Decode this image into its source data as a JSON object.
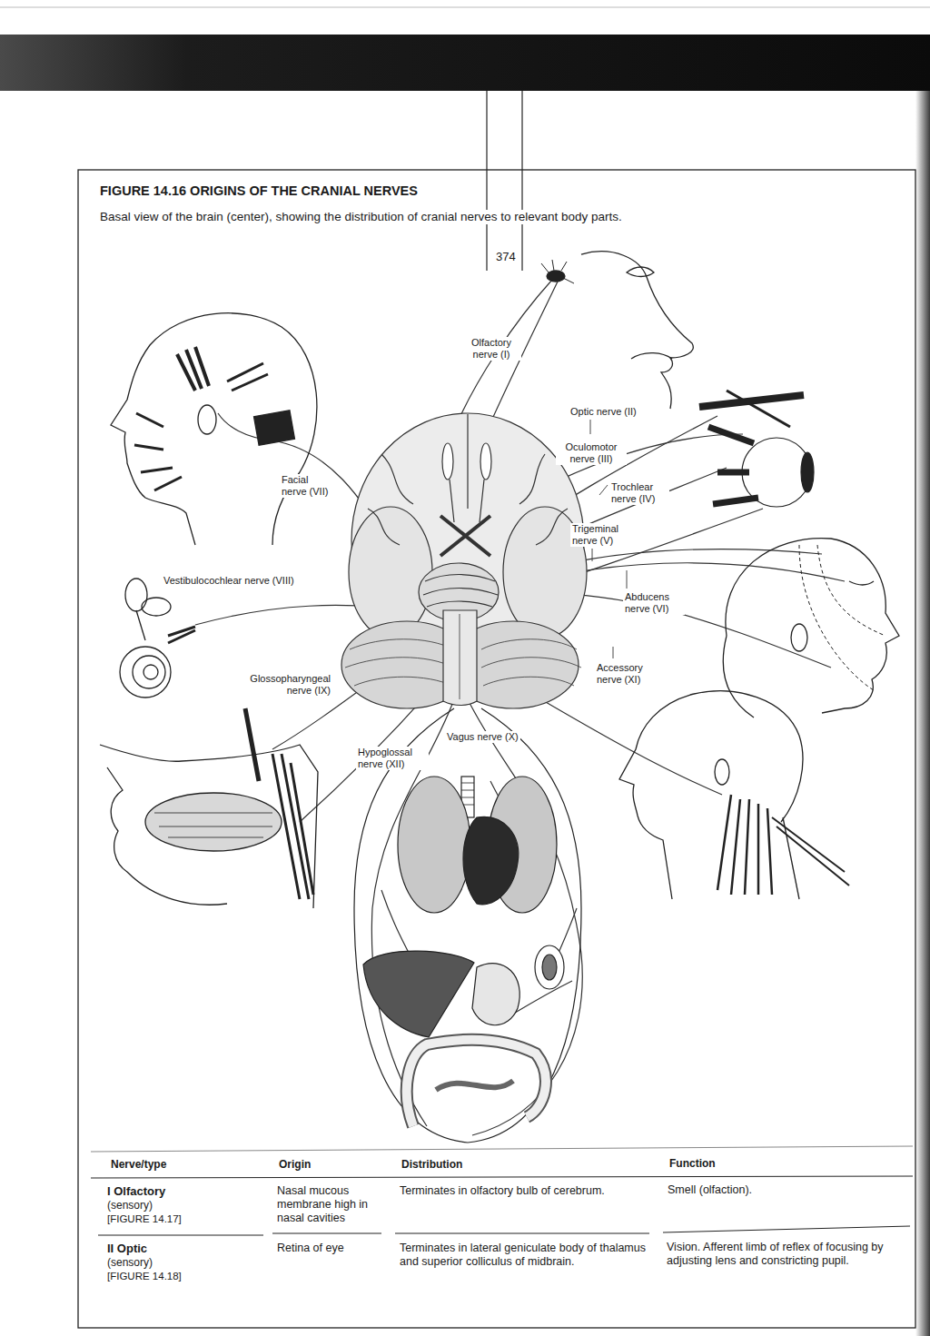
{
  "diagram": {
    "title": "FIGURE 14.16 ORIGINS OF THE CRANIAL NERVES",
    "caption": "Basal view of the brain (center), showing the distribution of cranial nerves to relevant body parts.",
    "labels": [
      "374",
      "Olfactory nerve (I)",
      "Optic nerve (II)",
      "Oculomotor nerve (III)",
      "Trochlear nerve (IV)",
      "Trigeminal nerve (V)",
      "Abducens nerve (VI)",
      "Facial nerve (VII)",
      "Vestibulocochlear nerve (VIII)",
      "Glossopharyngeal nerve (IX)",
      "Vagus nerve (X)",
      "Accessory nerve (XI)",
      "Hypoglossal nerve (XII)",
      "Nerve/type",
      "Origin",
      "Distribution",
      "Function",
      "I Olfactory",
      "(sensory)",
      "[FIGURE 14.17]",
      "Nasal mucous membrane high in nasal cavities",
      "Terminates in olfactory bulb of cerebrum.",
      "Smell (olfaction).",
      "II Optic",
      "(sensory)",
      "[FIGURE 14.18]",
      "Retina of eye",
      "Terminates in lateral geniculate body of thalamus and superior colliculus of midbrain.",
      "Vision. Afferent limb of reflex of focusing by adjusting lens and constricting pupil."
    ]
  }
}
